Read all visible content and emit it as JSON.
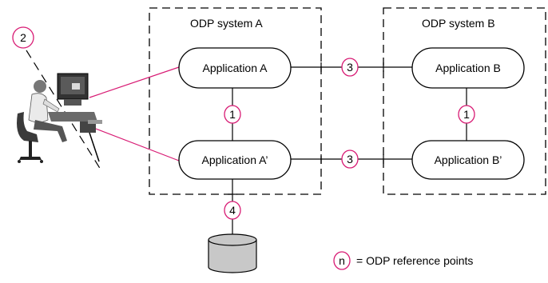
{
  "systems": {
    "a": {
      "label": "ODP system A"
    },
    "b": {
      "label": "ODP system B"
    }
  },
  "applications": {
    "a": "Application A",
    "a_prime": "Application A’",
    "b": "Application B",
    "b_prime": "Application B’"
  },
  "reference_points": {
    "user": "2",
    "a_to_a_prime": "1",
    "a_to_b": "3",
    "a_prime_to_b_prime": "3",
    "b_to_b_prime": "1",
    "a_prime_to_storage": "4"
  },
  "legend": {
    "symbol": "n",
    "text": "= ODP reference points"
  },
  "colors": {
    "reference_point": "#d81b74",
    "lines": "#000000",
    "database_fill": "#c8c8c8"
  },
  "icons": [
    "user-at-workstation-icon",
    "database-icon"
  ]
}
